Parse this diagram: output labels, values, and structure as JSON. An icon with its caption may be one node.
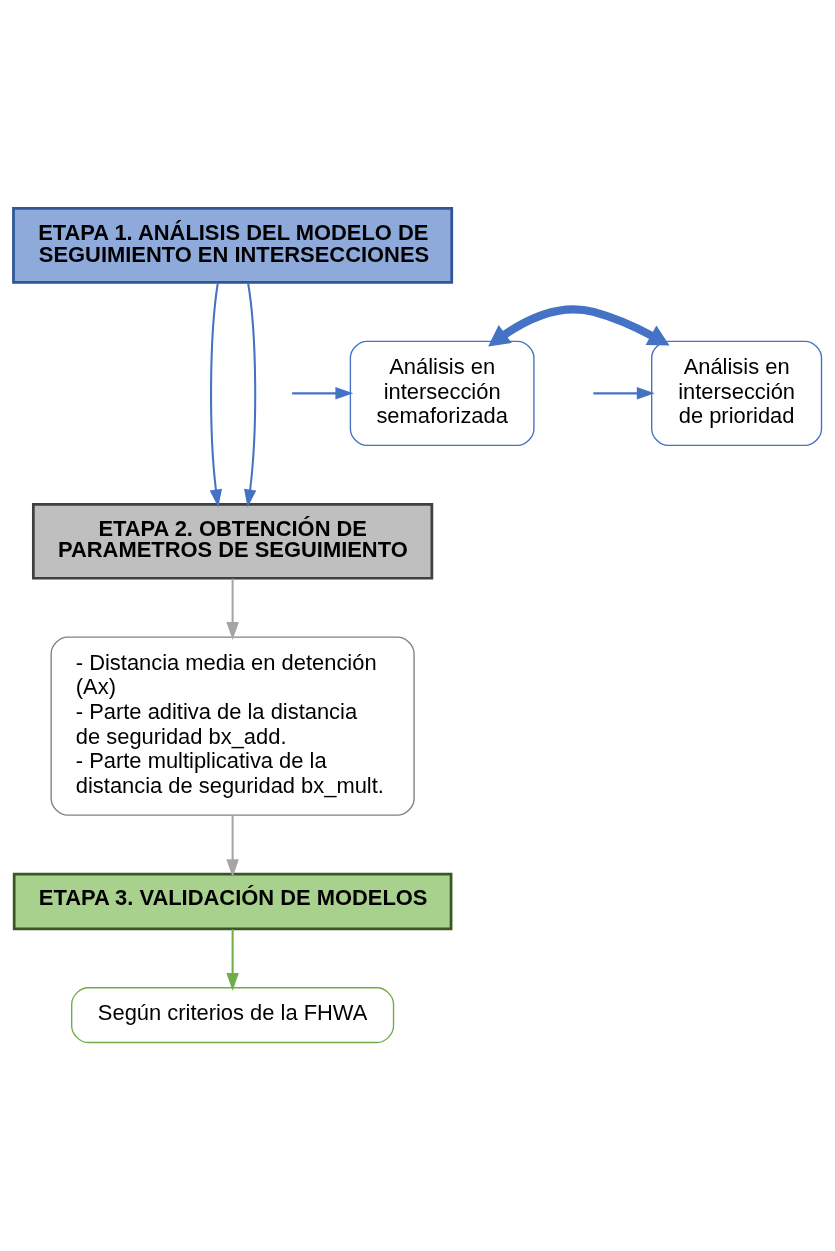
{
  "diagram": {
    "nodes": [
      {
        "text": [
          "ETAPA 1. ANÁLISIS DEL MODELO DE SEGUIMIENTO EN INTERSECCIONES"
        ]
      },
      {
        "text": [
          "Análisis en intersección semaforizada"
        ]
      },
      {
        "text": [
          "Análisis en intersección de prioridad"
        ]
      },
      {
        "text": [
          "ETAPA 2. OBTENCIÓN DE PARAMETROS DE SEGUIMIENTO"
        ]
      },
      {
        "text": [
          "- Distancia media en detención (Ax)",
          "- Parte aditiva de la distancia de seguridad bx_add.",
          "- Parte multiplicativa de la distancia de seguridad bx_mult."
        ]
      },
      {
        "text": [
          "ETAPA 3. VALIDACIÓN DE MODELOS"
        ]
      },
      {
        "text": [
          "Según criterios de la FHWA"
        ]
      }
    ],
    "edges": [
      {
        "from": 0,
        "to": 3,
        "arrow": "to",
        "color": "#4472c4"
      },
      {
        "from": 0,
        "to": 3,
        "arrow": "to",
        "color": "#4472c4"
      },
      {
        "from": null,
        "to": 1,
        "arrow": "to",
        "color": "#4472c4"
      },
      {
        "from": 1,
        "to": 2,
        "arrow": "both",
        "style": "thick",
        "color": "#4472c4"
      },
      {
        "from": null,
        "to": 2,
        "arrow": "to",
        "color": "#4472c4"
      },
      {
        "from": 3,
        "to": 4,
        "arrow": "to",
        "color": "#a5a5a5"
      },
      {
        "from": 4,
        "to": 5,
        "arrow": "to",
        "color": "#a5a5a5"
      },
      {
        "from": 5,
        "to": 6,
        "arrow": "to",
        "color": "#70ad47"
      }
    ]
  }
}
